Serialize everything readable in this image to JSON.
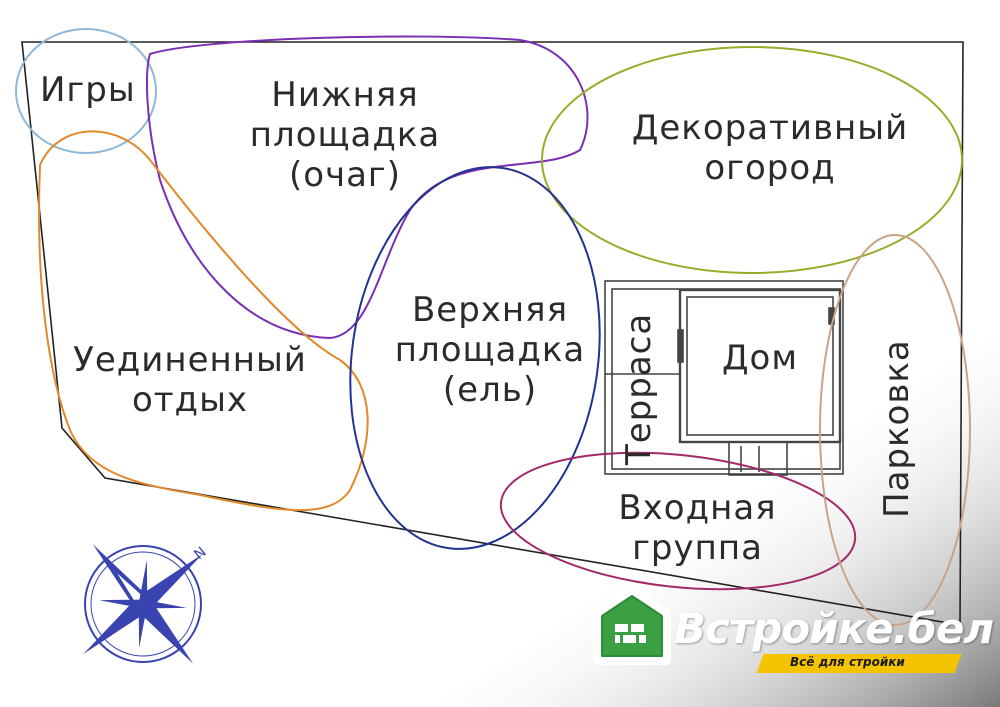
{
  "zones": {
    "games": "Игры",
    "lower_area_line1": "Нижняя",
    "lower_area_line2": "площадка",
    "lower_area_line3": "(очаг)",
    "decorative_garden_line1": "Декоративный",
    "decorative_garden_line2": "огород",
    "secluded_rest_line1": "Уединенный",
    "secluded_rest_line2": "отдых",
    "upper_area_line1": "Верхняя",
    "upper_area_line2": "площадка",
    "upper_area_line3": "(ель)",
    "terrace": "Терраса",
    "house": "Дом",
    "parking": "Парковка",
    "entrance_line1": "Входная",
    "entrance_line2": "группа"
  },
  "compass": {
    "north_letter": "N"
  },
  "brand": {
    "name": "Встройке.бел",
    "tagline": "Всё для стройки"
  },
  "colors": {
    "games": "#8fb8d8",
    "lower_area": "#7b2fb3",
    "decorative_garden": "#9aaa2a",
    "secluded_rest": "#e08a2a",
    "upper_area": "#23328f",
    "entrance": "#a32a6a",
    "parking": "#c9a38a",
    "compass": "#3a44b0",
    "brand_green": "#3aa043",
    "brand_yellow": "#f5c400"
  }
}
